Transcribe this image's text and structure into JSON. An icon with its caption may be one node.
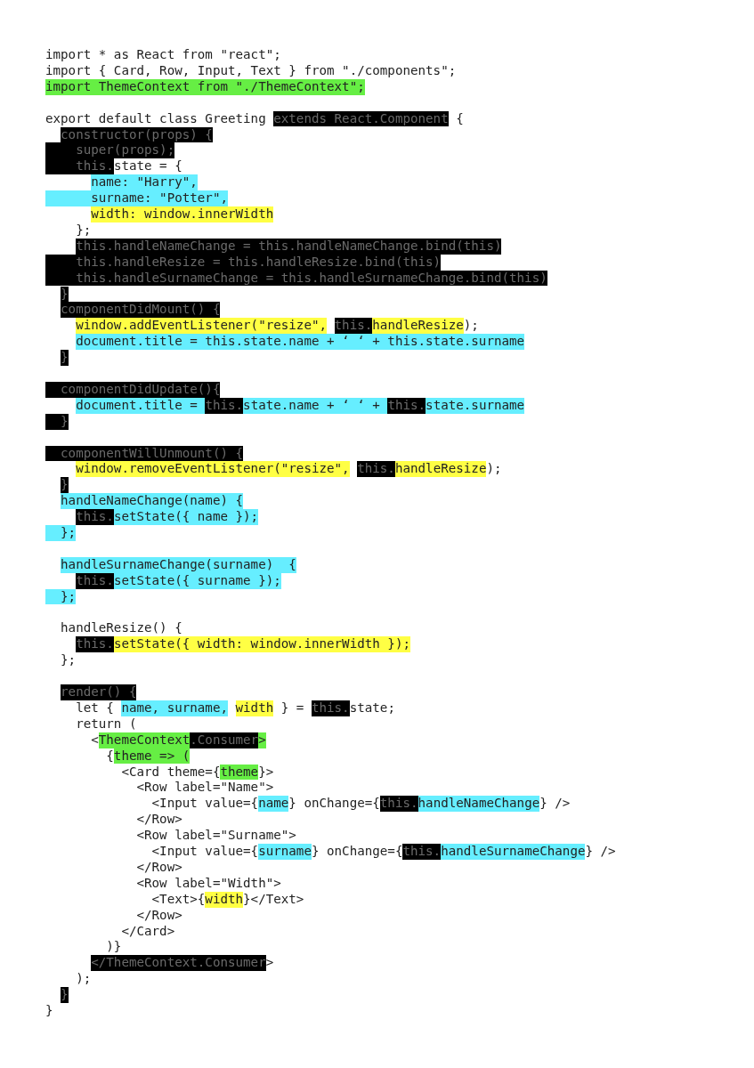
{
  "diagram": {
    "labels": [
      "import * as React from \"react\";",
      "import { Card, Row, Input, Text } from \"./components\";",
      "import ThemeContext from \"./ThemeContext\";",
      "export default class Greeting extends React.Component {",
      "constructor(props) {",
      "super(props);",
      "this.state = {",
      "name: \"Harry\",",
      "surname: \"Potter\",",
      "width: window.innerWidth",
      "};",
      "this.handleNameChange = this.handleNameChange.bind(this)",
      "this.handleResize = this.handleResize.bind(this)",
      "this.handleSurnameChange = this.handleSurnameChange.bind(this)",
      "}",
      "componentDidMount() {",
      "window.addEventListener(\"resize\", this.handleResize);",
      "document.title = this.state.name + ‘ ‘ + this.state.surname",
      "}",
      "componentDidUpdate(){",
      "document.title = this.state.name + ‘ ‘ + this.state.surname",
      "}",
      "componentWillUnmount() {",
      "window.removeEventListener(\"resize\", this.handleResize);",
      "}",
      "handleNameChange(name) {",
      "this.setState({ name });",
      "};",
      "handleSurnameChange(surname)  {",
      "this.setState({ surname });",
      "};",
      "handleResize() {",
      "this.setState({ width: window.innerWidth });",
      "};",
      "render() {",
      "let { name, surname, width } = this.state;",
      "return (",
      "<ThemeContext.Consumer>",
      "{theme => (",
      "<Card theme={theme}>",
      "<Row label=\"Name\">",
      "<Input value={name} onChange={this.handleNameChange} />",
      "</Row>",
      "<Row label=\"Surname\">",
      "<Input value={surname} onChange={this.handleSurnameChange} />",
      "</Row>",
      "<Row label=\"Width\">",
      "<Text>{width}</Text>",
      "</Row>",
      "</Card>",
      ")}",
      "</ThemeContext.Consumer>",
      ");",
      "}",
      "}"
    ]
  }
}
